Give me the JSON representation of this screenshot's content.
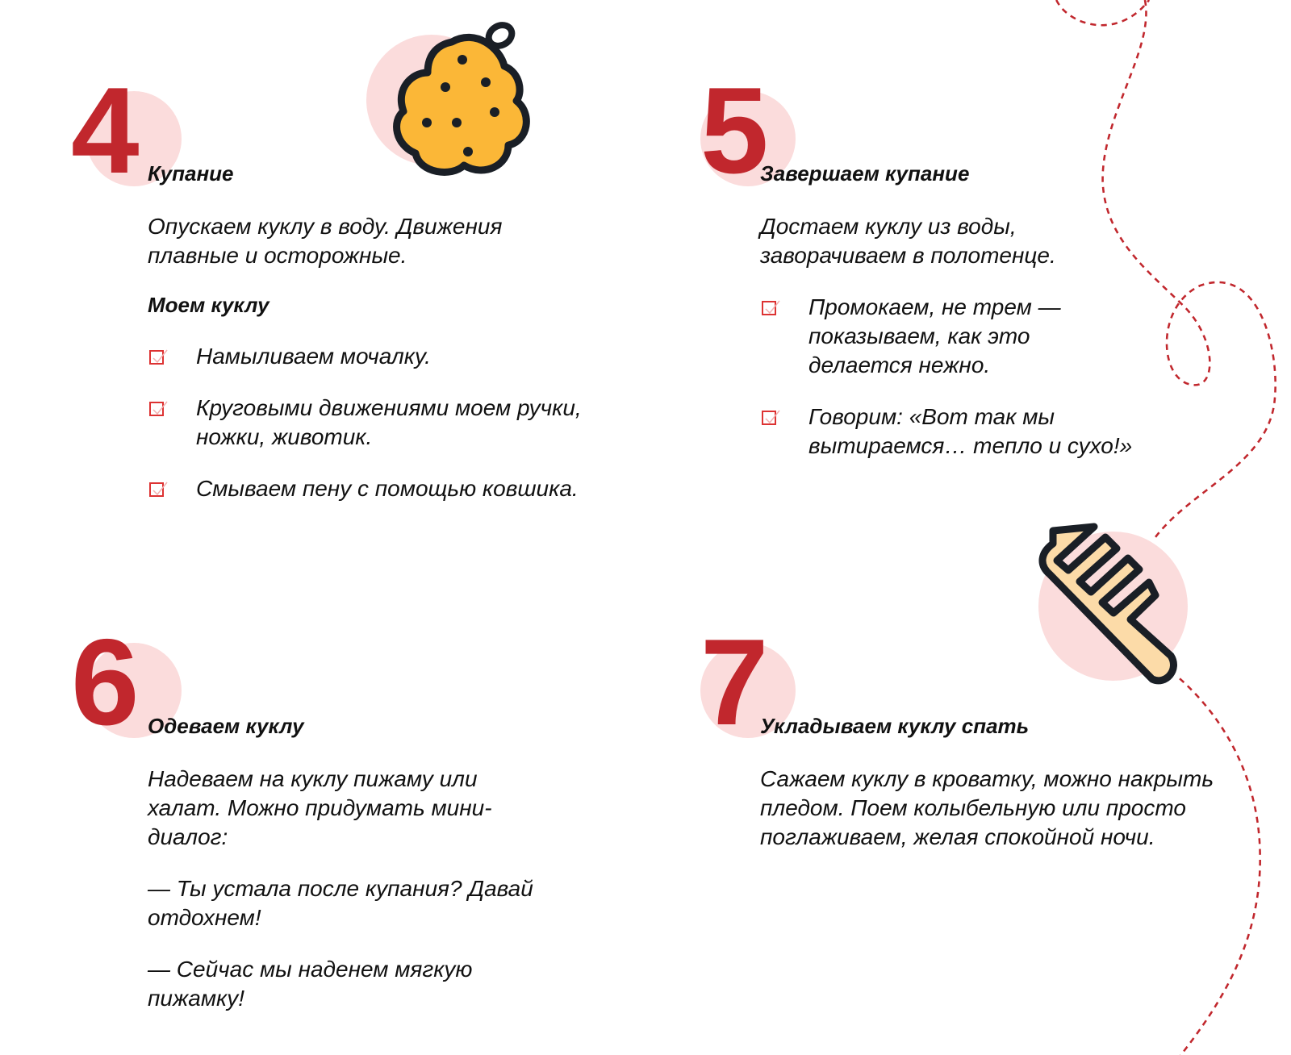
{
  "colors": {
    "accent": "#c1272d",
    "circle": "#fbdcdc",
    "sponge": "#fbb737",
    "comb": "#fcdba8",
    "outline": "#1a1f26"
  },
  "steps": [
    {
      "number": "4",
      "title": "Купание",
      "intro": "Опускаем куклу в воду. Движения плавные и осторожные.",
      "subtitle": "Моем куклу",
      "items": [
        "Намыливаем мочалку.",
        "Круговыми движениями моем ручки, ножки, животик.",
        "Смываем пену с помощью ковшика."
      ],
      "icon": "sponge-icon"
    },
    {
      "number": "5",
      "title": "Завершаем купание",
      "intro": "Достаем куклу из воды, заворачиваем в полотенце.",
      "items": [
        "Промокаем, не трем — показываем, как это делается нежно.",
        "Говорим: «Вот так мы вытираемся… тепло и сухо!»"
      ]
    },
    {
      "number": "6",
      "title": "Одеваем куклу",
      "paragraphs": [
        "Надеваем на куклу пижаму или халат. Можно придумать мини-диалог:",
        "— Ты устала после купания? Давай отдохнем!",
        "— Сейчас мы наденем мягкую пижамку!"
      ]
    },
    {
      "number": "7",
      "title": "Укладываем куклу спать",
      "paragraphs": [
        "Сажаем куклу в кроватку, можно накрыть пледом. Поем колыбельную или просто поглаживаем, желая спокойной ночи."
      ],
      "icon": "comb-icon"
    }
  ]
}
